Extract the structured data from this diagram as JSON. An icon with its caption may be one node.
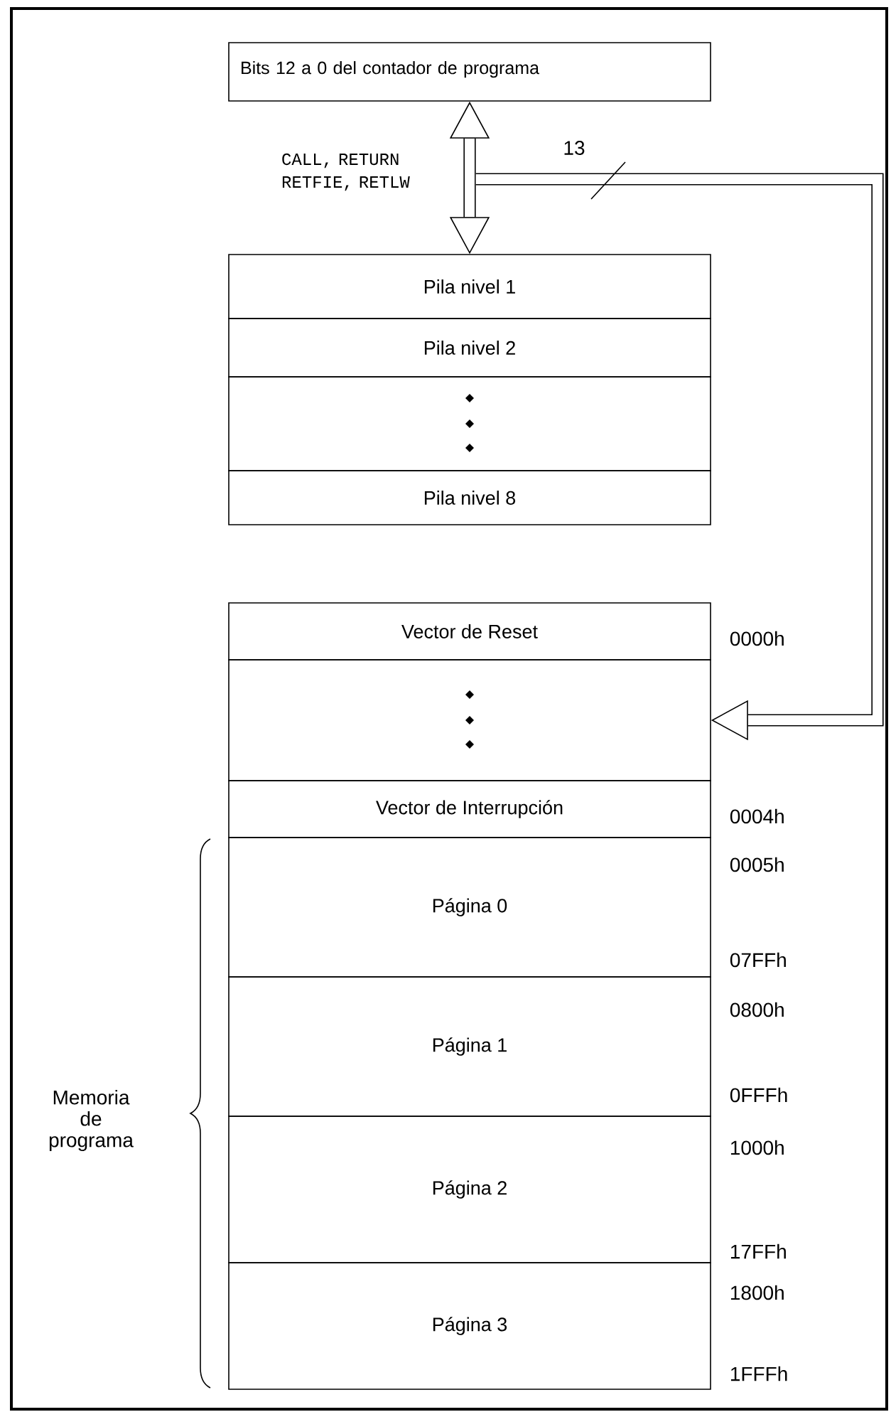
{
  "diagram": {
    "nodes": [
      {
        "text": [
          "Bits 12 a 0 del contador de programa"
        ]
      },
      {
        "text": [
          "Pila nivel 1"
        ]
      },
      {
        "text": [
          "Pila nivel 2"
        ]
      },
      {
        "text": [],
        "shape": "box"
      },
      {
        "text": [
          "Pila nivel 8"
        ]
      },
      {
        "text": [
          "Vector de Reset"
        ]
      },
      {
        "text": [],
        "shape": "box"
      },
      {
        "text": [
          "Vector de Interrupción"
        ]
      },
      {
        "text": [
          "Página 0"
        ]
      },
      {
        "text": [
          "Página 1"
        ]
      },
      {
        "text": [
          "Página 2"
        ]
      },
      {
        "text": [
          "Página 3"
        ]
      }
    ],
    "edges": [
      {
        "from": 0,
        "to": 1,
        "arrow": "both",
        "label": "CALL, RETURN RETFIE, RETLW"
      },
      {
        "from": null,
        "to": 6,
        "arrow": "to",
        "label": "13"
      }
    ],
    "labels": [
      "0000h",
      "0004h",
      "0005h",
      "07FFh",
      "0800h",
      "0FFFh",
      "1000h",
      "17FFh",
      "1800h",
      "1FFFh",
      "Memoria de programa"
    ]
  }
}
